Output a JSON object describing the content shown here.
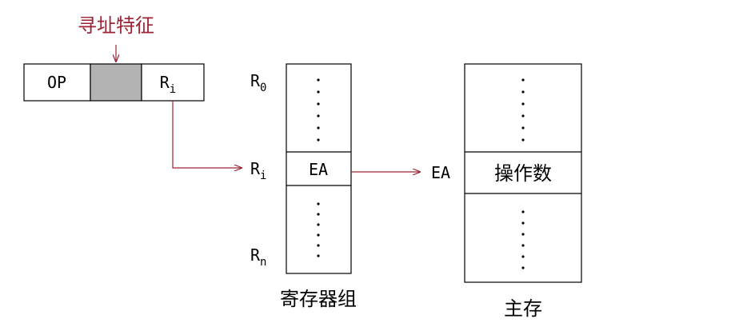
{
  "instruction": {
    "feature_label": "寻址特征",
    "op_label": "OP",
    "reg_label_base": "R",
    "reg_label_sub": "i"
  },
  "register_group": {
    "caption": "寄存器组",
    "row_labels": [
      {
        "base": "R",
        "sub": "0"
      },
      {
        "base": "R",
        "sub": "i"
      },
      {
        "base": "R",
        "sub": "n"
      }
    ],
    "ea_cell": "EA"
  },
  "main_memory": {
    "caption": "主存",
    "ea_label": "EA",
    "operand_cell": "操作数"
  },
  "colors": {
    "accent": "#9b2335",
    "shaded_field": "#b3b3b3",
    "stroke": "#000000"
  }
}
